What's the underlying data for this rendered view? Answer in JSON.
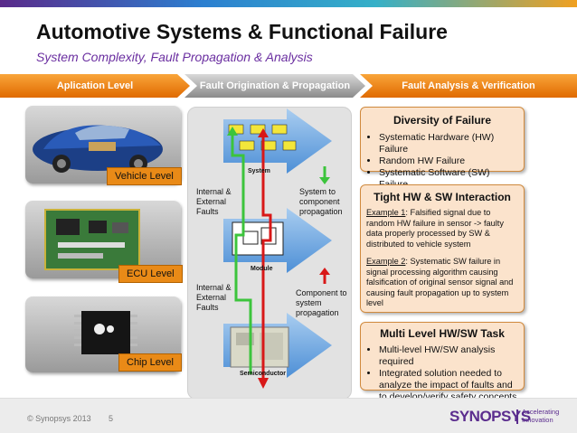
{
  "title": "Automotive Systems & Functional Failure",
  "subtitle": "System Complexity, Fault Propagation & Analysis",
  "chevrons": [
    "Aplication Level",
    "Fault Origination & Propagation",
    "Fault Analysis & Verification"
  ],
  "levels": [
    "Vehicle Level",
    "ECU Level",
    "Chip Level"
  ],
  "center": {
    "system_label": "System",
    "module_label": "Module",
    "semiconductor_label": "Semiconductor",
    "internal_faults_1": [
      "Internal &",
      "External",
      "Faults"
    ],
    "internal_faults_2": [
      "Internal &",
      "External",
      "Faults"
    ],
    "system_to_component": [
      "System to",
      "component",
      "propagation"
    ],
    "component_to_system": [
      "Component to",
      "system",
      "propagation"
    ]
  },
  "diversity": {
    "heading": "Diversity of Failure",
    "items": [
      "Systematic Hardware (HW) Failure",
      "Random HW Failure",
      "Systematic Software (SW) Failure"
    ]
  },
  "tight": {
    "heading": "Tight HW & SW Interaction",
    "example1_label": "Example 1",
    "example1_text": ": Falsified signal due to random HW failure in sensor -> faulty data properly processed by SW & distributed to vehicle system",
    "example2_label": "Example 2",
    "example2_text": ": Systematic SW failure in signal processing algorithm causing falsification of original sensor signal and causing  fault propagation up to system level"
  },
  "multilevel": {
    "heading": "Multi Level HW/SW Task",
    "items": [
      "Multi-level HW/SW analysis required",
      "Integrated solution needed to analyze the impact of faults and to develop/verify safety concepts"
    ]
  },
  "footer": {
    "copyright": "© Synopsys 2013",
    "page": "5",
    "brand": "SYNOPSYS",
    "tagline": [
      "Accelerating",
      "Innovation"
    ]
  },
  "colors": {
    "accent_orange": "#e98a17",
    "purple": "#6a2ea0",
    "arrow_green": "#3cc43c",
    "arrow_red": "#d81818",
    "box_fill": "#fbe3cc"
  }
}
